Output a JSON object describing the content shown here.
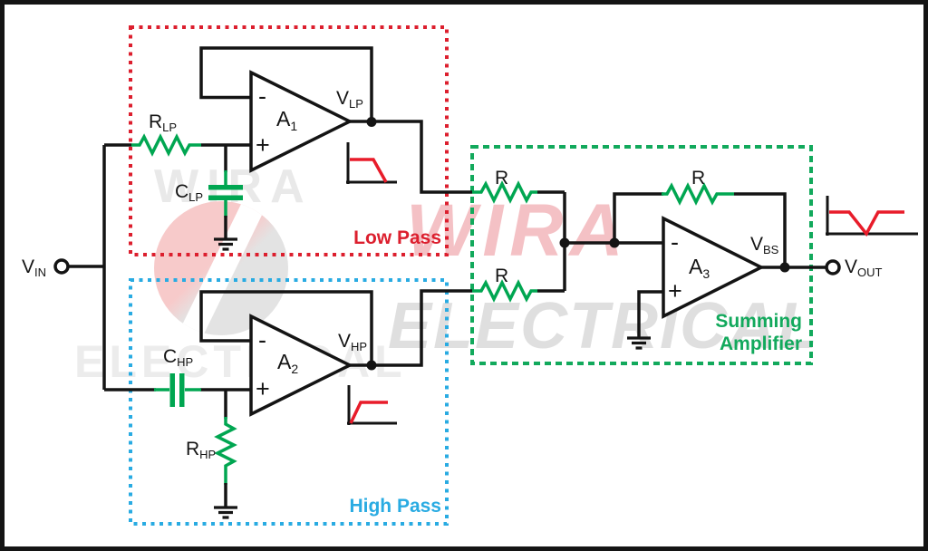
{
  "colors": {
    "wire_black": "#141414",
    "component_green": "#00a651",
    "low_pass_red": "#dc1f2e",
    "high_pass_blue": "#29abe2",
    "summing_green": "#12a95c",
    "response_curve_red": "#e81c2a",
    "watermark_pink": "#f7caca",
    "watermark_gray": "#e9e9e9"
  },
  "terminals": {
    "input": {
      "main": "V",
      "sub": "IN"
    },
    "output": {
      "main": "V",
      "sub": "OUT"
    }
  },
  "low_pass": {
    "label": "Low Pass",
    "resistor": {
      "main": "R",
      "sub": "LP"
    },
    "capacitor": {
      "main": "C",
      "sub": "LP"
    },
    "opamp": {
      "main": "A",
      "sub": "1"
    },
    "inverting_sign": "-",
    "noninverting_sign": "+",
    "output": {
      "main": "V",
      "sub": "LP"
    }
  },
  "high_pass": {
    "label": "High Pass",
    "capacitor": {
      "main": "C",
      "sub": "HP"
    },
    "resistor": {
      "main": "R",
      "sub": "HP"
    },
    "opamp": {
      "main": "A",
      "sub": "2"
    },
    "inverting_sign": "-",
    "noninverting_sign": "+",
    "output": {
      "main": "V",
      "sub": "HP"
    }
  },
  "summing": {
    "label_line1": "Summing",
    "label_line2": "Amplifier",
    "input_resistor_top": "R",
    "input_resistor_bottom": "R",
    "feedback_resistor": "R",
    "opamp": {
      "main": "A",
      "sub": "3"
    },
    "inverting_sign": "-",
    "noninverting_sign": "+",
    "output": {
      "main": "V",
      "sub": "BS"
    }
  },
  "watermark": {
    "brand": "WIRA",
    "brand2": "ELECTRICAL"
  }
}
